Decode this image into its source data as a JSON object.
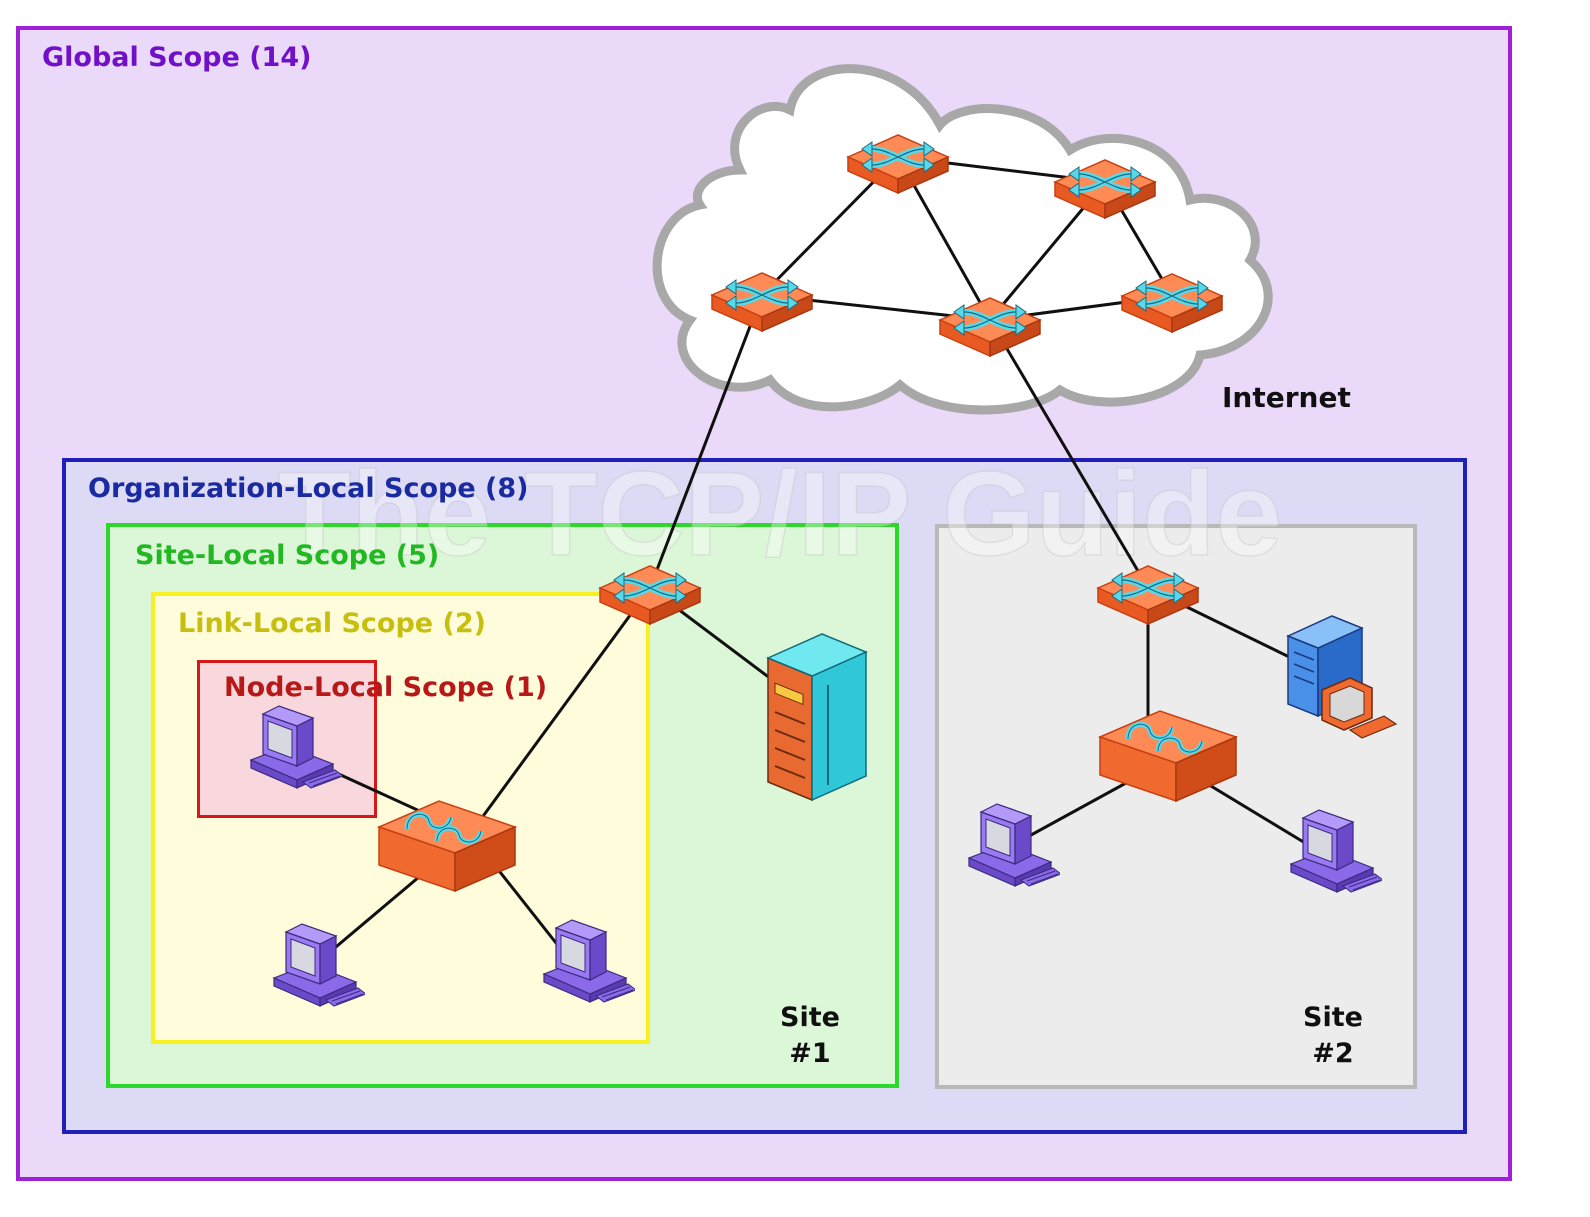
{
  "scopes": {
    "global": "Global Scope (14)",
    "organization": "Organization-Local Scope (8)",
    "site": "Site-Local Scope (5)",
    "link": "Link-Local Scope (2)",
    "node": "Node-Local Scope (1)"
  },
  "internet_label": "Internet",
  "sites": {
    "site1": {
      "line1": "Site",
      "line2": "#1"
    },
    "site2": {
      "line1": "Site",
      "line2": "#2"
    }
  },
  "watermark": "The TCP/IP Guide",
  "colors": {
    "global_fill": "#ead9f8",
    "global_border": "#a020d8",
    "org_fill": "#dcdaf4",
    "org_border": "#2020b8",
    "site_fill": "#dcf6d8",
    "site_border": "#2ed82a",
    "link_fill": "#fefcda",
    "link_border": "#f8f020",
    "node_fill": "#f8d8dc",
    "node_border": "#d81818",
    "device_orange": "#f86a32",
    "router_arrows": "#58d8e8",
    "workstation": "#8a6ae8"
  },
  "icons": {
    "router": "router-icon",
    "switch": "switch-icon",
    "workstation": "workstation-icon",
    "server": "server-icon",
    "cloud": "cloud-icon"
  }
}
